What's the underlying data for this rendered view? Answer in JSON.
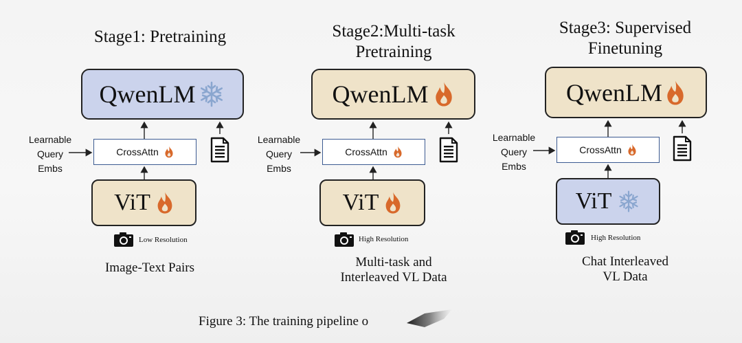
{
  "stages": [
    {
      "title_lines": [
        "Stage1: Pretraining"
      ],
      "llm_label": "QwenLM",
      "llm_state_icon": "snowflake-icon",
      "cross_attn_label": "CrossAttn",
      "vit_label": "ViT",
      "vit_state_icon": "flame-icon",
      "query_lines": [
        "Learnable",
        "Query",
        "Embs"
      ],
      "resolution_label": "Low Resolution",
      "data_lines": [
        "Image-Text Pairs"
      ]
    },
    {
      "title_lines": [
        "Stage2:Multi-task",
        "Pretraining"
      ],
      "llm_label": "QwenLM",
      "llm_state_icon": "flame-icon",
      "cross_attn_label": "CrossAttn",
      "vit_label": "ViT",
      "vit_state_icon": "flame-icon",
      "query_lines": [
        "Learnable",
        "Query",
        "Embs"
      ],
      "resolution_label": "High Resolution",
      "data_lines": [
        "Multi-task and",
        "Interleaved VL Data"
      ]
    },
    {
      "title_lines": [
        "Stage3: Supervised",
        "Finetuning"
      ],
      "llm_label": "QwenLM",
      "llm_state_icon": "flame-icon",
      "cross_attn_label": "CrossAttn",
      "vit_label": "ViT",
      "vit_state_icon": "snowflake-icon",
      "query_lines": [
        "Learnable",
        "Query",
        "Embs"
      ],
      "resolution_label": "High Resolution",
      "data_lines": [
        "Chat Interleaved",
        "VL Data"
      ]
    }
  ],
  "caption": "Figure 3: The training pipeline o",
  "colors": {
    "frozen_fill": "#cbd3ec",
    "trainable_fill": "#efe3c9",
    "flame": "#d8692b",
    "snowflake": "#8aa6cf",
    "cross_attn_border": "#3b5a91"
  }
}
